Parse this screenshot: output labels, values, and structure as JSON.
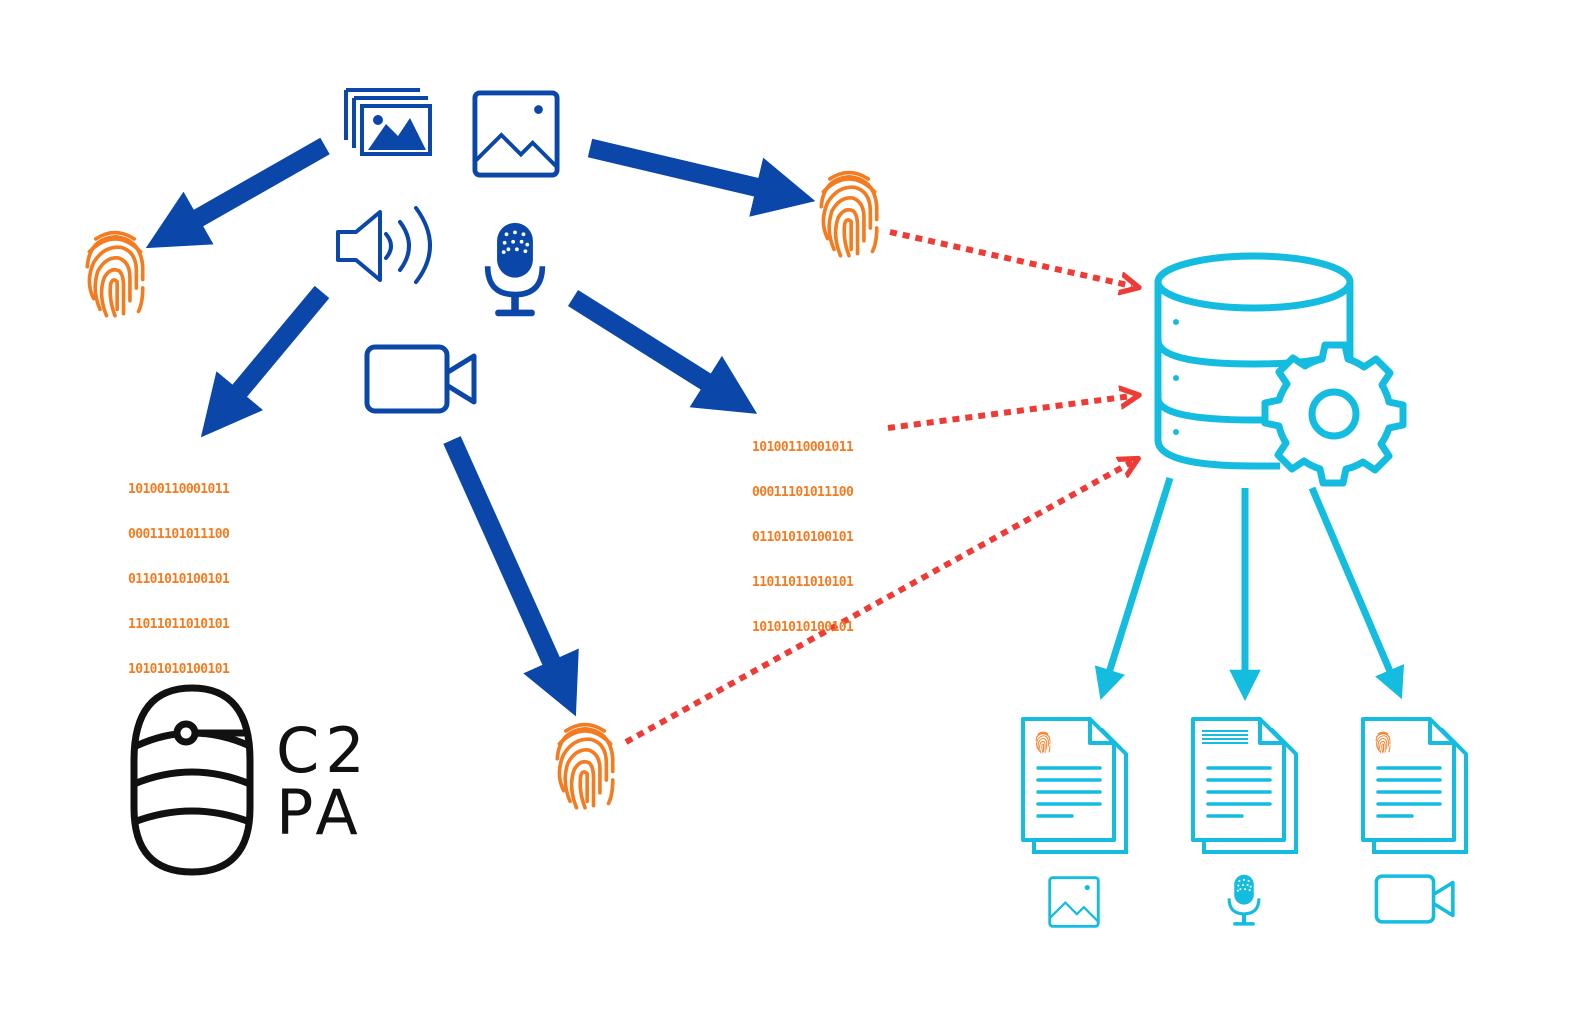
{
  "colors": {
    "dark_blue": "#0a47a8",
    "orange": "#f47b20",
    "red": "#ef3b36",
    "cyan": "#14bde0",
    "black": "#111111"
  },
  "binary_left": [
    "10100110001011",
    "00011101011100",
    "01101010100101",
    "11011011010101",
    "10101010100101"
  ],
  "binary_right": [
    "10100110001011",
    "00011101011100",
    "01101010100101",
    "11011011010101",
    "10101010100101"
  ],
  "logo": {
    "line1": "C2",
    "line2": "PA"
  },
  "icons": [
    "image-stack-icon",
    "image-icon",
    "speaker-icon",
    "microphone-icon",
    "video-camera-icon",
    "fingerprint-icon",
    "database-gear-icon",
    "document-icon"
  ]
}
